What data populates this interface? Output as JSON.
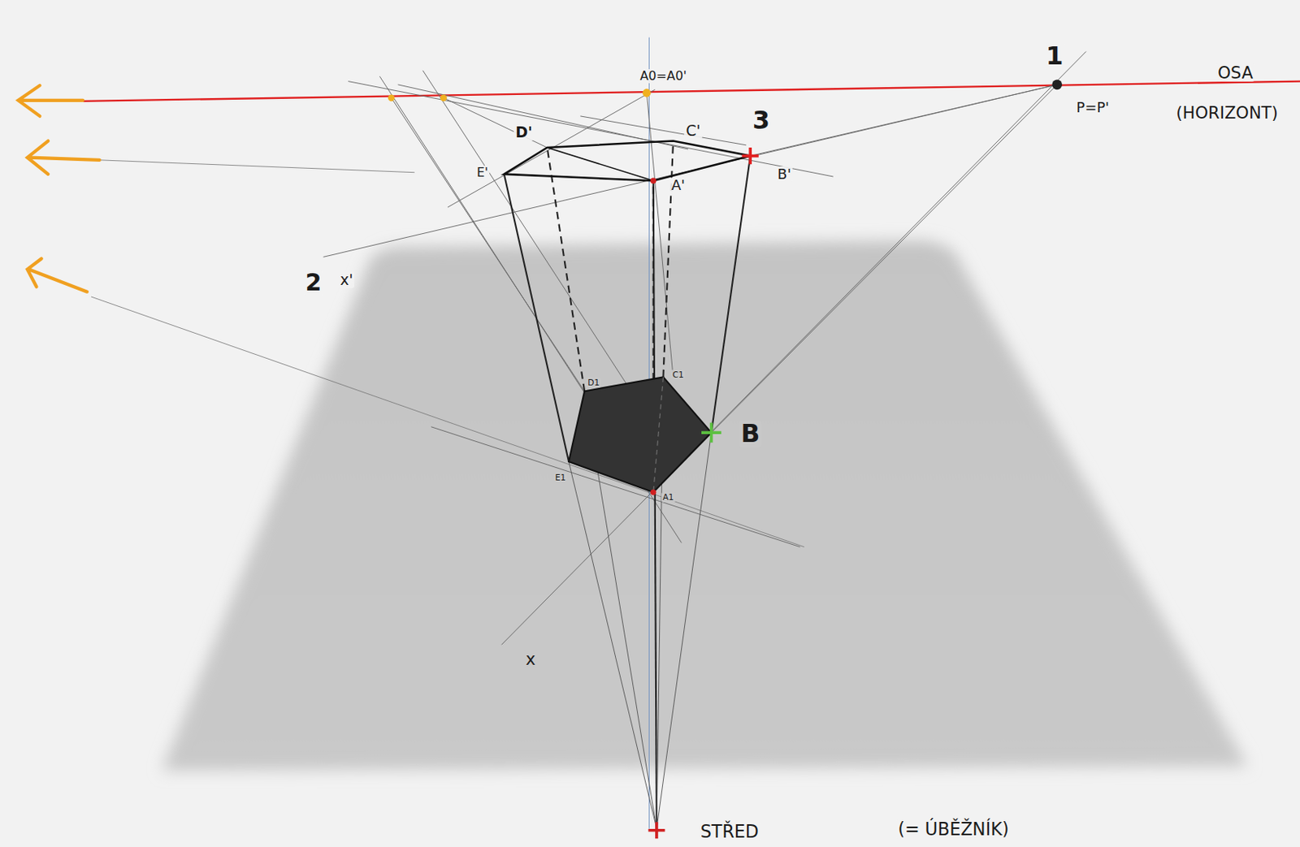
{
  "diagram": {
    "labels": [
      "A0=A0'",
      "1",
      "OSA",
      "(HORIZONT)",
      "P=P'",
      "D'",
      "C'",
      "3",
      "E'",
      "A'",
      "B'",
      "2",
      "x'",
      "B",
      "x",
      "D1",
      "C1",
      "E1",
      "A1",
      "STŘED",
      "(= ÚBĚŽNÍK)"
    ]
  }
}
